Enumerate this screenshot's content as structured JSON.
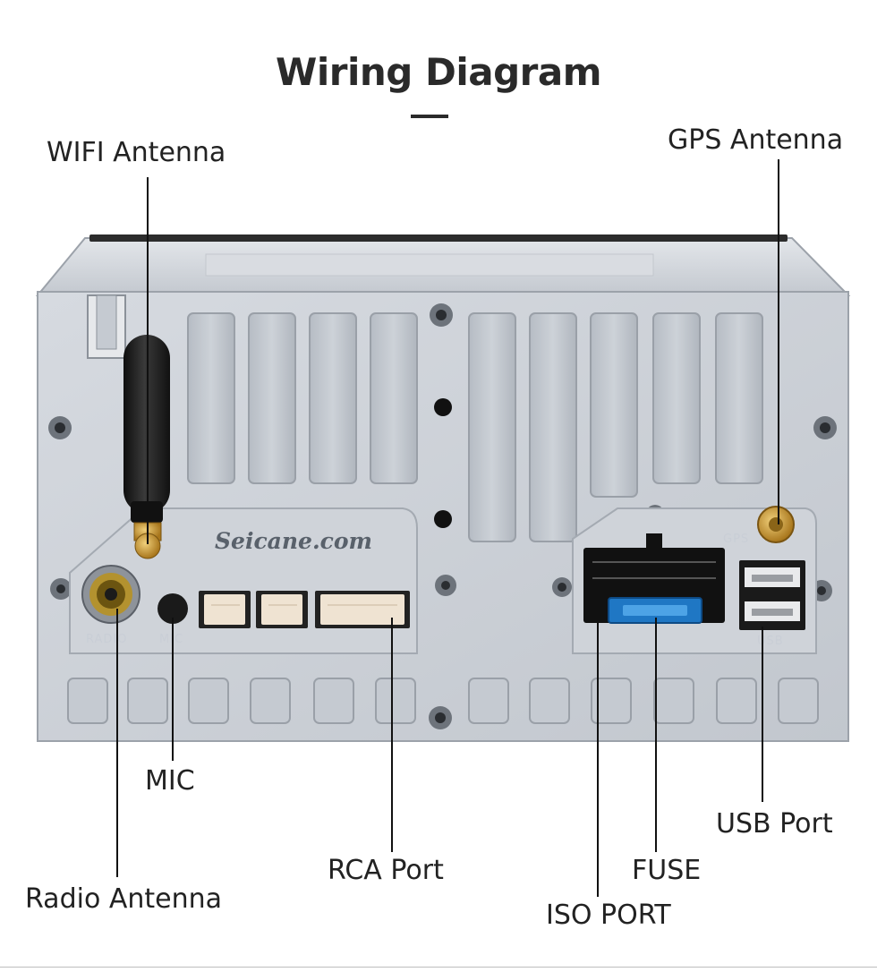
{
  "title": "Wiring Diagram",
  "brand": "Seicane.com",
  "panel_markings": {
    "radio": "RADIO",
    "mic": "MIC",
    "gps": "GPS",
    "usb": "USB"
  },
  "labels": {
    "wifi_antenna": "WIFI  Antenna",
    "gps_antenna": "GPS  Antenna",
    "mic": "MIC",
    "radio_antenna": "Radio Antenna",
    "rca_port": "RCA Port",
    "fuse": "FUSE",
    "iso_port": "ISO PORT",
    "usb_port": "USB Port"
  },
  "colors": {
    "chassis": "#c9ced6",
    "chassis_dark": "#a7adb6",
    "fuse_blue": "#1f77c4",
    "gps_gold": "#c9952a",
    "antenna_black": "#1c1c1c"
  }
}
